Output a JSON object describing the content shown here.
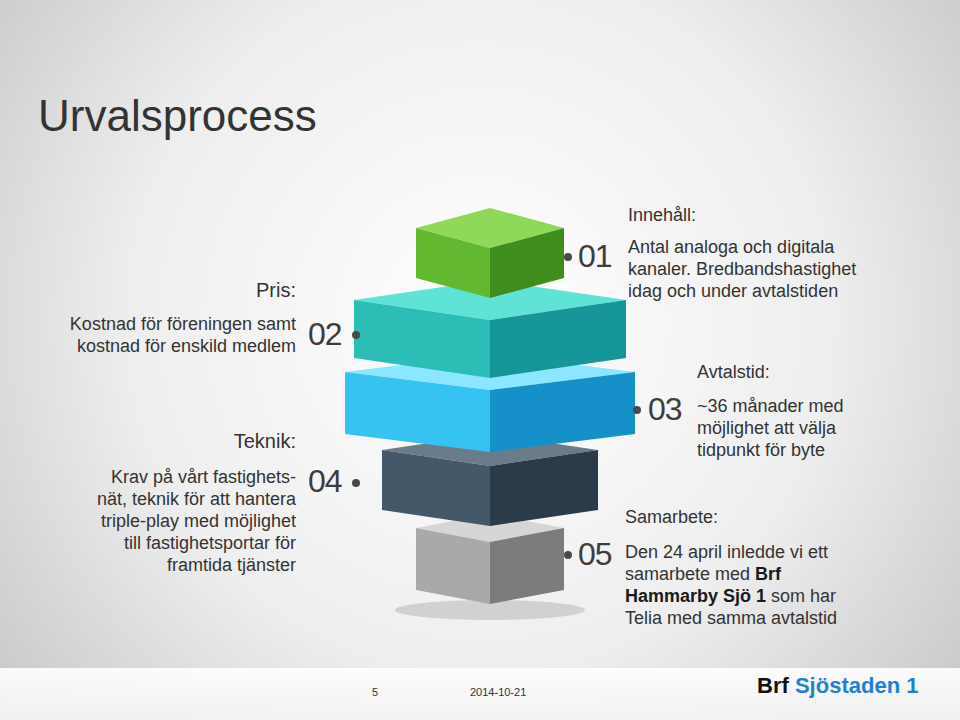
{
  "diagram": {
    "title": "Urvalsprocess",
    "labels": [
      "Innehåll:",
      "01",
      "Antal analoga och digitala kanaler. Bredbandshastighet idag och under avtalstiden",
      "Pris:",
      "02",
      "Kostnad för föreningen samt kostnad för enskild medlem",
      "Avtalstid:",
      "03",
      "~36 månader med möjlighet att välja tidpunkt för byte",
      "Teknik:",
      "04",
      "Krav på vårt fastighets- nät, teknik för att hantera triple-play med möjlighet till fastighetsportar för framtida tjänster",
      "Samarbete:",
      "05",
      "Den 24 april inledde vi ett samarbete med",
      "Brf Hammarby Sjö 1",
      "som har Telia med samma avtalstid",
      "5",
      "2014-10-21",
      "Brf",
      "Sjöstaden 1"
    ]
  }
}
